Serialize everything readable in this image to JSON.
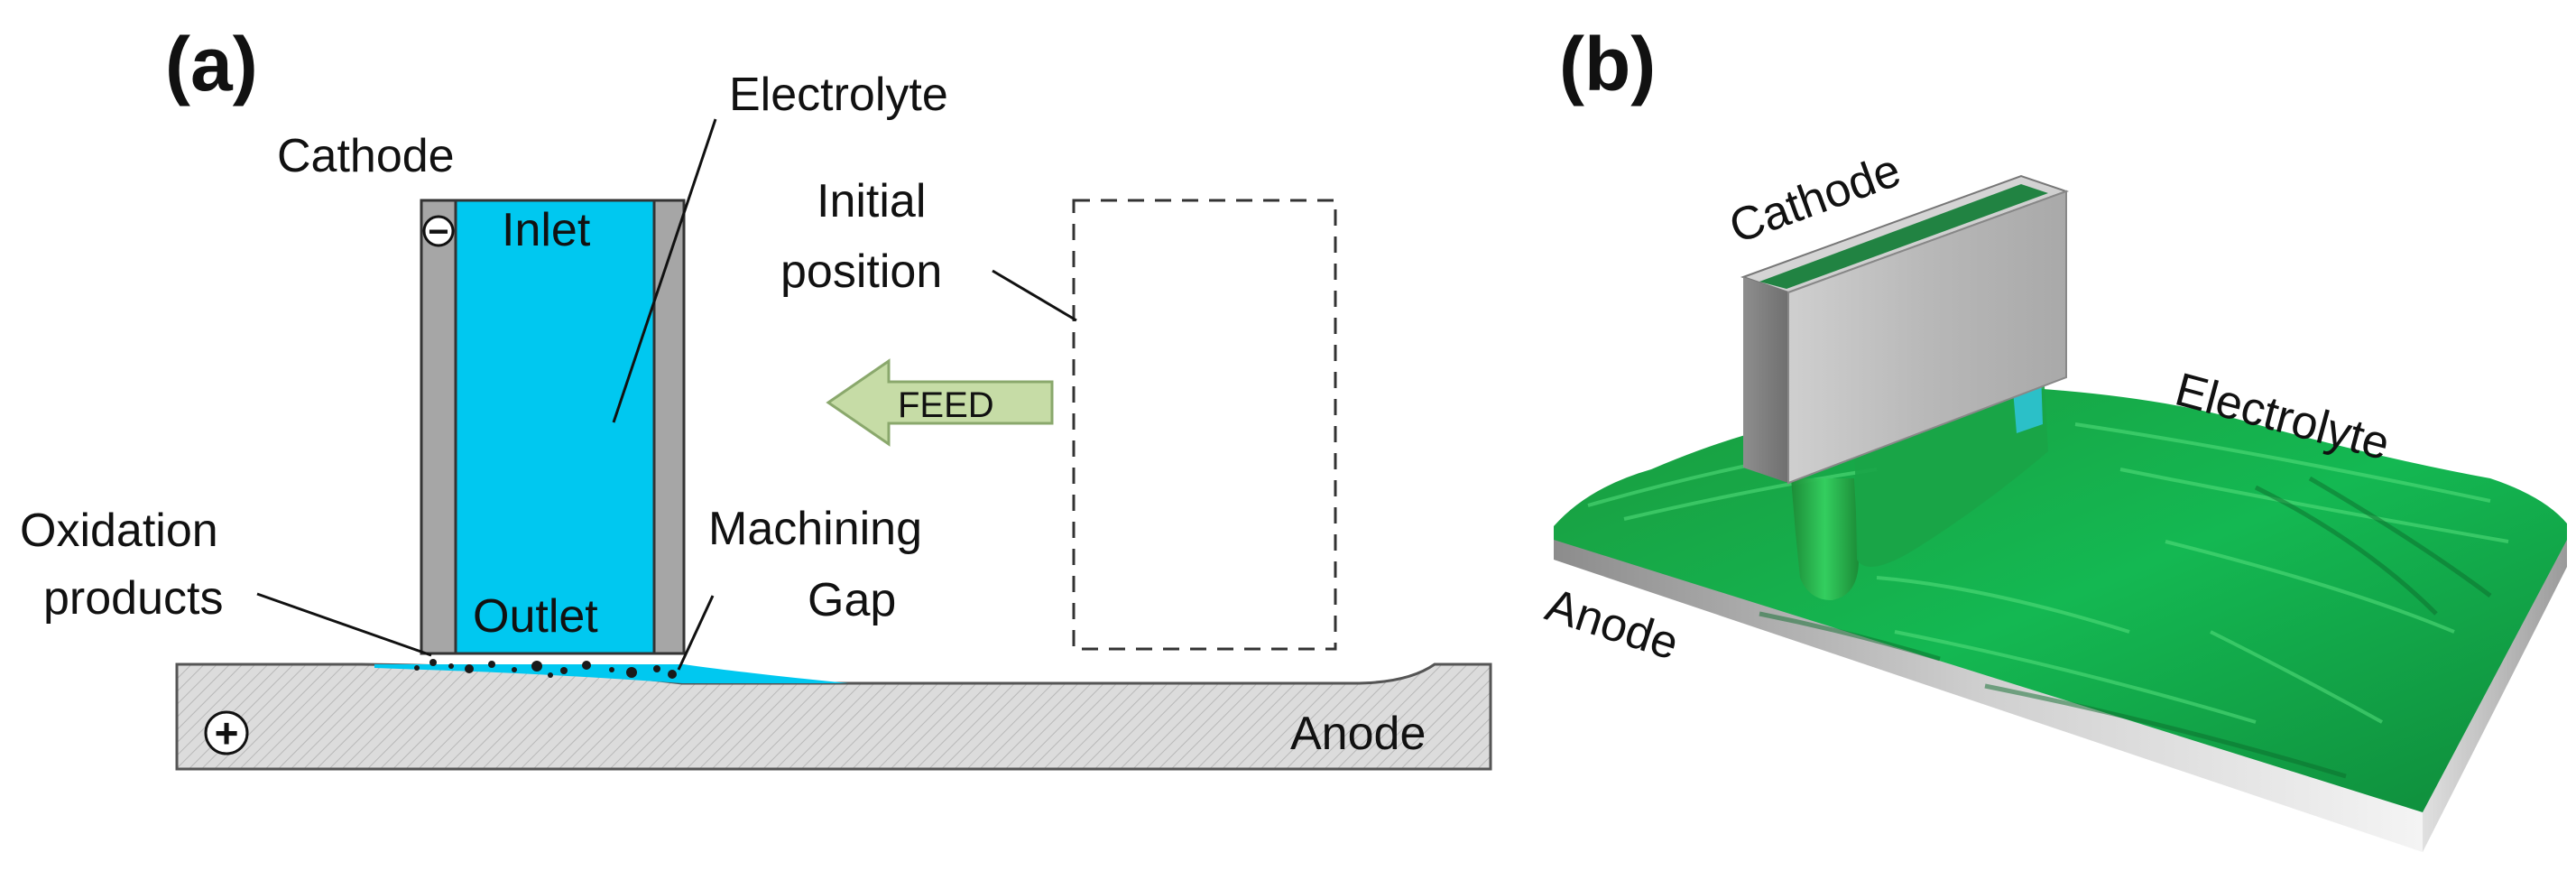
{
  "panel_a": {
    "tag": "(a)",
    "cathode_label": "Cathode",
    "electrolyte_label": "Electrolyte",
    "inlet_label": "Inlet",
    "outlet_label": "Outlet",
    "initial_position_line1": "Initial",
    "initial_position_line2": "position",
    "feed_label": "FEED",
    "oxidation_line1": "Oxidation",
    "oxidation_line2": "products",
    "machining_line1": "Machining",
    "machining_line2": "Gap",
    "anode_label": "Anode",
    "minus_symbol": "−",
    "plus_symbol": "+"
  },
  "panel_b": {
    "tag": "(b)",
    "cathode_label": "Cathode",
    "electrolyte_label": "Electrolyte",
    "anode_label": "Anode"
  },
  "colors": {
    "electrolyte_blue": "#00c8f0",
    "cathode_gray": "#a6a6a6",
    "anode_gray": "#d9d9d9",
    "feed_arrow_green": "#c6dca6",
    "electrolyte_green": "#16a84a"
  }
}
